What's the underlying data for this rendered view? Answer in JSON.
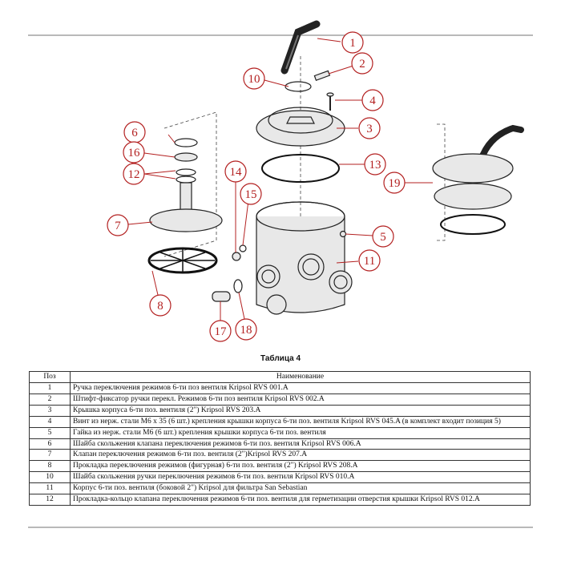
{
  "callouts": {
    "c1": "1",
    "c2": "2",
    "c3": "3",
    "c4": "4",
    "c5": "5",
    "c6": "6",
    "c7": "7",
    "c8": "8",
    "c10": "10",
    "c11": "11",
    "c12": "12",
    "c13": "13",
    "c14": "14",
    "c15": "15",
    "c16": "16",
    "c17": "17",
    "c18": "18",
    "c19": "19"
  },
  "table": {
    "title": "Таблица 4",
    "headers": {
      "pos": "Поз",
      "name": "Наименование"
    },
    "rows": [
      {
        "pos": "1",
        "name": "Ручка переключения режимов 6-ти поз вентиля Kripsol RVS 001.A"
      },
      {
        "pos": "2",
        "name": "Штифт-фиксатор ручки перекл. Режимов 6-ти поз вентиля Kripsol RVS 002.A"
      },
      {
        "pos": "3",
        "name": "Крышка корпуса 6-ти поз. вентиля (2\") Kripsol RVS 203.A"
      },
      {
        "pos": "4",
        "name": "Винт из нерж. стали М6 x 35 (6 шт.) крепления крышки корпуса 6-ти поз. вентиля Kripsol RVS 045.A (в комплект входит позиция 5)"
      },
      {
        "pos": "5",
        "name": "Гайка из нерж. стали М6 (6 шт.) крепления крышки корпуса 6-ти поз. вентиля"
      },
      {
        "pos": "6",
        "name": "Шайба скольжения клапана переключения режимов 6-ти поз. вентиля Kripsol RVS 006.A"
      },
      {
        "pos": "7",
        "name": "Клапан переключения режимов 6-ти поз. вентиля (2\")Kripsol RVS 207.A"
      },
      {
        "pos": "8",
        "name": "Прокладка переключения режимов (фигурная) 6-ти поз. вентиля (2\") Kripsol RVS 208.A"
      },
      {
        "pos": "10",
        "name": "Шайба скольжения ручки переключения режимов 6-ти поз. вентиля Kripsol RVS 010.A"
      },
      {
        "pos": "11",
        "name": "Корпус 6-ти поз. вентиля (боковой 2\") Kripsol для фильтра San Sebastian"
      },
      {
        "pos": "12",
        "name": "Прокладка-кольцо клапана переключения режимов 6-ти поз. вентиля для герметизации отверстия крышки Kripsol RVS 012.A"
      }
    ]
  }
}
